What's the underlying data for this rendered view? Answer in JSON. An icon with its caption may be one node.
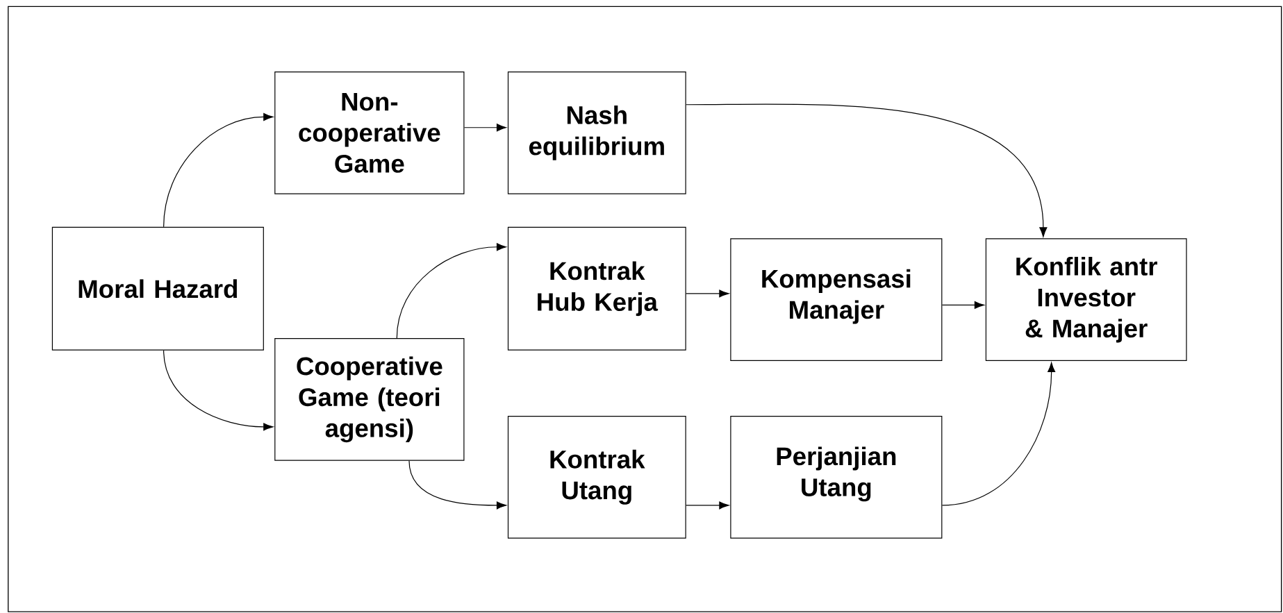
{
  "diagram": {
    "nodes": [
      {
        "text": [
          "Moral Hazard"
        ]
      },
      {
        "text": [
          "Non-cooperative Game"
        ]
      },
      {
        "text": [
          "Nash equilibrium"
        ]
      },
      {
        "text": [
          "Cooperative Game (teori agensi)"
        ]
      },
      {
        "text": [
          "Kontrak Hub Kerja"
        ]
      },
      {
        "text": [
          "Kompensasi Manajer"
        ]
      },
      {
        "text": [
          "Konflik antr Investor & Manajer"
        ]
      },
      {
        "text": [
          "Kontrak Utang"
        ]
      },
      {
        "text": [
          "Perjanjian Utang"
        ]
      }
    ],
    "edges": [
      {
        "from": 0,
        "to": 1,
        "arrow": "to"
      },
      {
        "from": 0,
        "to": 3,
        "arrow": "to"
      },
      {
        "from": 1,
        "to": 2,
        "arrow": "to"
      },
      {
        "from": 2,
        "to": 6,
        "arrow": "to"
      },
      {
        "from": 3,
        "to": 4,
        "arrow": "to"
      },
      {
        "from": 3,
        "to": 7,
        "arrow": "to"
      },
      {
        "from": 4,
        "to": 5,
        "arrow": "to"
      },
      {
        "from": 5,
        "to": 6,
        "arrow": "to"
      },
      {
        "from": 7,
        "to": 8,
        "arrow": "to"
      },
      {
        "from": 8,
        "to": 6,
        "arrow": "to"
      }
    ]
  }
}
